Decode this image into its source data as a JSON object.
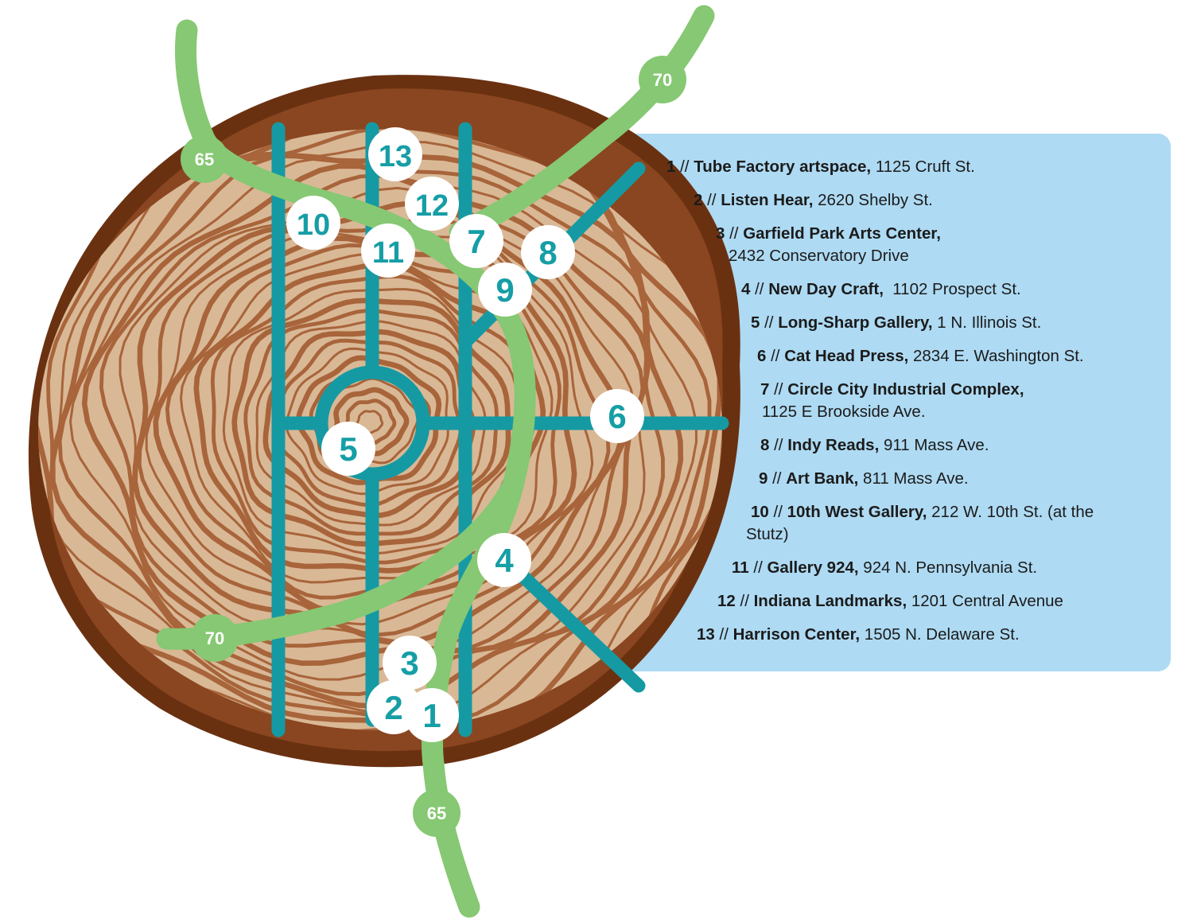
{
  "map": {
    "highways": [
      {
        "label": "65"
      },
      {
        "label": "65"
      },
      {
        "label": "70"
      },
      {
        "label": "70"
      }
    ],
    "markers": [
      "1",
      "2",
      "3",
      "4",
      "5",
      "6",
      "7",
      "8",
      "9",
      "10",
      "11",
      "12",
      "13"
    ],
    "colors": {
      "road_green": "#86c873",
      "street_teal": "#159aa3",
      "marker_fill": "#ffffff",
      "wood_light": "#d9b896",
      "wood_ring": "#a8643a",
      "bark_dark": "#5a2a0f",
      "legend_bg": "#aedaf3"
    }
  },
  "legend": [
    {
      "num": "1",
      "sep": " // ",
      "name": "Tube Factory artspace,",
      "addr": " 1125 Cruft St.",
      "cont": ""
    },
    {
      "num": "2",
      "sep": " // ",
      "name": "Listen Hear,",
      "addr": " 2620 Shelby St.",
      "cont": ""
    },
    {
      "num": "3",
      "sep": " // ",
      "name": "Garfield Park Arts Center,",
      "addr": "",
      "cont": "2432 Conservatory Drive"
    },
    {
      "num": "4",
      "sep": " // ",
      "name": "New Day Craft,",
      "addr": "  1102 Prospect St.",
      "cont": ""
    },
    {
      "num": "5",
      "sep": " // ",
      "name": "Long-Sharp Gallery,",
      "addr": " 1 N. Illinois St.",
      "cont": ""
    },
    {
      "num": "6",
      "sep": " // ",
      "name": "Cat Head Press,",
      "addr": " 2834 E. Washington St.",
      "cont": ""
    },
    {
      "num": "7",
      "sep": " // ",
      "name": "Circle City Industrial Complex,",
      "addr": "",
      "cont": "1125 E Brookside Ave."
    },
    {
      "num": "8",
      "sep": " // ",
      "name": "Indy Reads,",
      "addr": " 911 Mass Ave.",
      "cont": ""
    },
    {
      "num": "9",
      "sep": " // ",
      "name": "Art Bank,",
      "addr": " 811 Mass Ave.",
      "cont": ""
    },
    {
      "num": "10",
      "sep": " // ",
      "name": "10th West Gallery,",
      "addr": " 212 W. 10th St. (at the",
      "cont": "Stutz)"
    },
    {
      "num": "11",
      "sep": " // ",
      "name": "Gallery 924,",
      "addr": " 924 N. Pennsylvania St.",
      "cont": ""
    },
    {
      "num": "12",
      "sep": " // ",
      "name": "Indiana Landmarks,",
      "addr": " 1201 Central Avenue",
      "cont": ""
    },
    {
      "num": "13",
      "sep": " // ",
      "name": "Harrison Center,",
      "addr": " 1505 N. Delaware St.",
      "cont": ""
    }
  ]
}
